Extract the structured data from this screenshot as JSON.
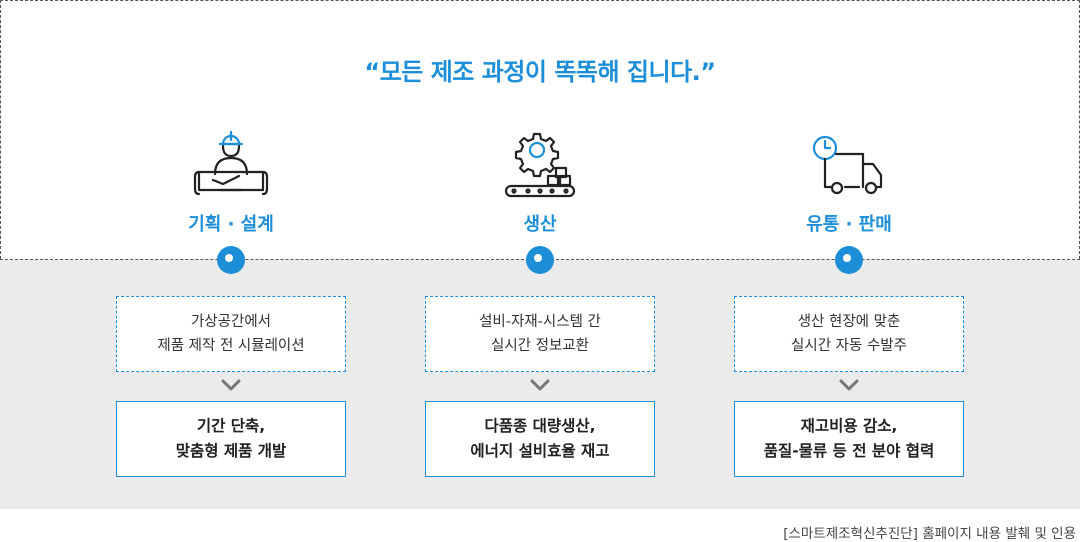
{
  "headline": "“모든 제조 과정이 똑똑해 집니다.”",
  "stages": [
    {
      "icon": "planner-with-blueprint-icon",
      "label": "기획 · 설계",
      "desc_lines": [
        "가상공간에서",
        "제품 제작 전 시뮬레이션"
      ],
      "result_lines": [
        "기간 단축,",
        "맞춤형 제품 개발"
      ]
    },
    {
      "icon": "gear-conveyor-icon",
      "label": "생산",
      "desc_lines": [
        "설비-자재-시스템 간",
        "실시간 정보교환"
      ],
      "result_lines": [
        "다품종 대량생산,",
        "에너지 설비효율 재고"
      ]
    },
    {
      "icon": "delivery-truck-clock-icon",
      "label": "유통 · 판매",
      "desc_lines": [
        "생산 현장에 맞춘",
        "실시간 자동 수발주"
      ],
      "result_lines": [
        "재고비용 감소,",
        "품질-물류 등 전 분야 협력"
      ]
    }
  ],
  "source": "[스마트제조혁신추진단] 홈페이지 내용 발췌 및 인용",
  "colors": {
    "accent": "#1d8fd8",
    "band": "#ebebeb",
    "icon_stroke": "#222222"
  }
}
